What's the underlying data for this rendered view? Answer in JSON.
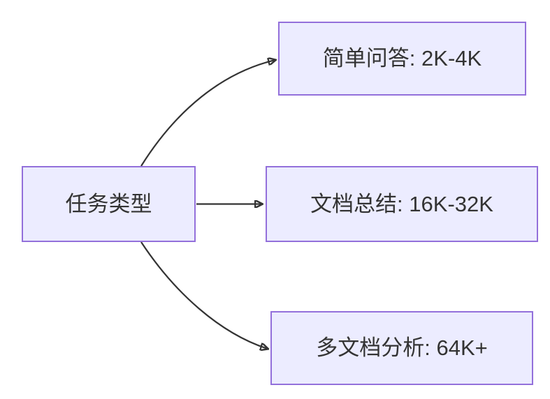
{
  "diagram": {
    "type": "flowchart-left-to-right",
    "root": {
      "id": "task-type",
      "label": "任务类型"
    },
    "branches": [
      {
        "id": "simple-qa",
        "label": "简单问答: 2K-4K"
      },
      {
        "id": "doc-summary",
        "label": "文档总结: 16K-32K"
      },
      {
        "id": "multi-doc",
        "label": "多文档分析: 64K+"
      }
    ],
    "edges": [
      {
        "from": "task-type",
        "to": "simple-qa"
      },
      {
        "from": "task-type",
        "to": "doc-summary"
      },
      {
        "from": "task-type",
        "to": "multi-doc"
      }
    ],
    "colors": {
      "node_fill": "#ECECFF",
      "node_border": "#9370DB",
      "edge_line": "#333333",
      "text": "#333333",
      "background": "#FFFFFF"
    }
  }
}
